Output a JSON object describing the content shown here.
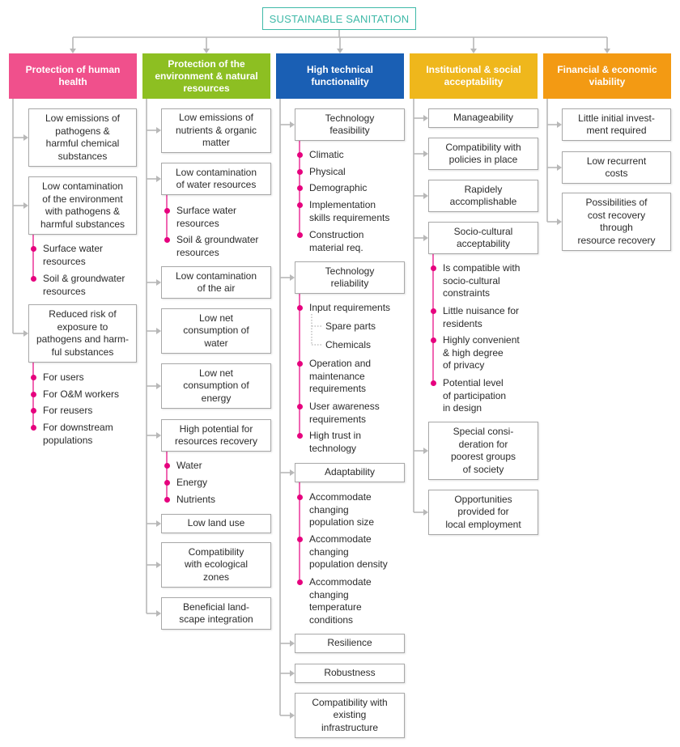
{
  "title": "SUSTAINABLE SANITATION",
  "colors": {
    "teal": "#3fb9a8",
    "pink": "#f0508c",
    "green": "#8dbf22",
    "blue": "#1a5fb4",
    "yellow": "#efb71c",
    "orange": "#f39a13",
    "bullet": "#e6007e",
    "line": "#b8b8b8"
  },
  "categories": [
    {
      "label": "Protection of\nhuman health",
      "color": "#f0508c",
      "items": [
        {
          "text": "Low emissions of\npathogens &\nharmful chemical\nsubstances",
          "bullets": []
        },
        {
          "text": "Low contamination\nof the environment\nwith pathogens &\nharmful substances",
          "bullets": [
            "Surface water\nresources",
            "Soil & groundwater\nresources"
          ]
        },
        {
          "text": "Reduced risk of\nexposure to\npathogens and harm-\nful substances",
          "bullets": [
            "For users",
            "For O&M workers",
            "For reusers",
            "For downstream\npopulations"
          ]
        }
      ]
    },
    {
      "label": "Protection of the\nenvironment\n& natural resources",
      "color": "#8dbf22",
      "items": [
        {
          "text": "Low emissions of\nnutrients & organic\nmatter",
          "bullets": []
        },
        {
          "text": "Low contamination\nof water resources",
          "bullets": [
            "Surface water\nresources",
            "Soil & groundwater\nresources"
          ]
        },
        {
          "text": "Low contamination\nof the air",
          "bullets": []
        },
        {
          "text": "Low net\nconsumption of\nwater",
          "bullets": []
        },
        {
          "text": "Low net\nconsumption of\nenergy",
          "bullets": []
        },
        {
          "text": "High potential for\nresources recovery",
          "bullets": [
            "Water",
            "Energy",
            "Nutrients"
          ]
        },
        {
          "text": "Low land use",
          "bullets": []
        },
        {
          "text": "Compatibility\nwith ecological\nzones",
          "bullets": []
        },
        {
          "text": "Beneficial land-\nscape integration",
          "bullets": []
        }
      ]
    },
    {
      "label": "High technical\nfunctionality",
      "color": "#1a5fb4",
      "items": [
        {
          "text": "Technology\nfeasibility",
          "bullets": [
            "Climatic",
            "Physical",
            "Demographic",
            "Implementation\nskills requirements",
            "Construction\nmaterial req."
          ]
        },
        {
          "text": "Technology\nreliability",
          "bullets": [
            "Input requirements",
            "Operation and\nmaintenance\nrequirements",
            "User awareness\nrequirements",
            "High trust in\ntechnology"
          ],
          "subitems": [
            "Spare parts",
            "Chemicals"
          ]
        },
        {
          "text": "Adaptability",
          "bullets": [
            "Accommodate\nchanging\npopulation size",
            "Accommodate\nchanging\npopulation density",
            "Accommodate\nchanging\ntemperature\nconditions"
          ]
        },
        {
          "text": "Resilience",
          "bullets": []
        },
        {
          "text": "Robustness",
          "bullets": []
        },
        {
          "text": "Compatibility with\nexisting\ninfrastructure",
          "bullets": []
        }
      ]
    },
    {
      "label": "Institutional & social\nacceptability",
      "color": "#efb71c",
      "items": [
        {
          "text": "Manageability",
          "bullets": []
        },
        {
          "text": "Compatibility with\npolicies in place",
          "bullets": []
        },
        {
          "text": "Rapidely\naccomplishable",
          "bullets": []
        },
        {
          "text": "Socio-cultural\nacceptability",
          "bullets": [
            "Is compatible with\nsocio-cultural\nconstraints",
            "Little nuisance for\nresidents",
            "Highly convenient\n& high degree\nof privacy",
            "Potential level\nof participation\nin design"
          ]
        },
        {
          "text": "Special consi-\nderation for\npoorest groups\nof society",
          "bullets": []
        },
        {
          "text": "Opportunities\nprovided for\nlocal employment",
          "bullets": []
        }
      ]
    },
    {
      "label": "Financial &\neconomic\nviability",
      "color": "#f39a13",
      "items": [
        {
          "text": "Little initial invest-\nment required",
          "bullets": []
        },
        {
          "text": "Low recurrent\ncosts",
          "bullets": []
        },
        {
          "text": "Possibilities of\ncost recovery\nthrough\nresource recovery",
          "bullets": []
        }
      ]
    }
  ]
}
